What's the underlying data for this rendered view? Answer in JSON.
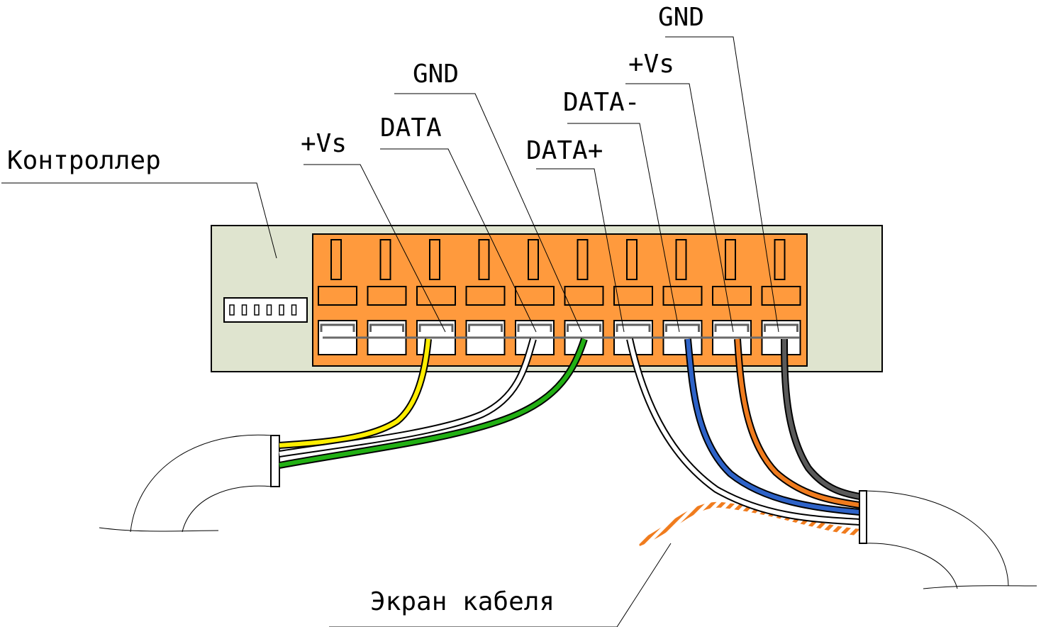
{
  "labels": {
    "controller": "Контроллер",
    "shield": "Экран кабеля",
    "left_vs": "+Vs",
    "left_data": "DATA",
    "left_gnd": "GND",
    "right_data_plus": "DATA+",
    "right_data_minus": "DATA-",
    "right_vs": "+Vs",
    "right_gnd": "GND"
  },
  "colors": {
    "controller_body": "#dfe4cf",
    "terminal_block": "#ff9a3d",
    "wire_yellow": "#ffee00",
    "wire_white": "#ffffff",
    "wire_green": "#22b014",
    "wire_blue": "#2e63c8",
    "wire_orange": "#f07c1e",
    "wire_gray": "#5a5a5a",
    "shield_braid": "#f07c1e"
  },
  "terminal_count": 10,
  "dip_switch_count": 6
}
